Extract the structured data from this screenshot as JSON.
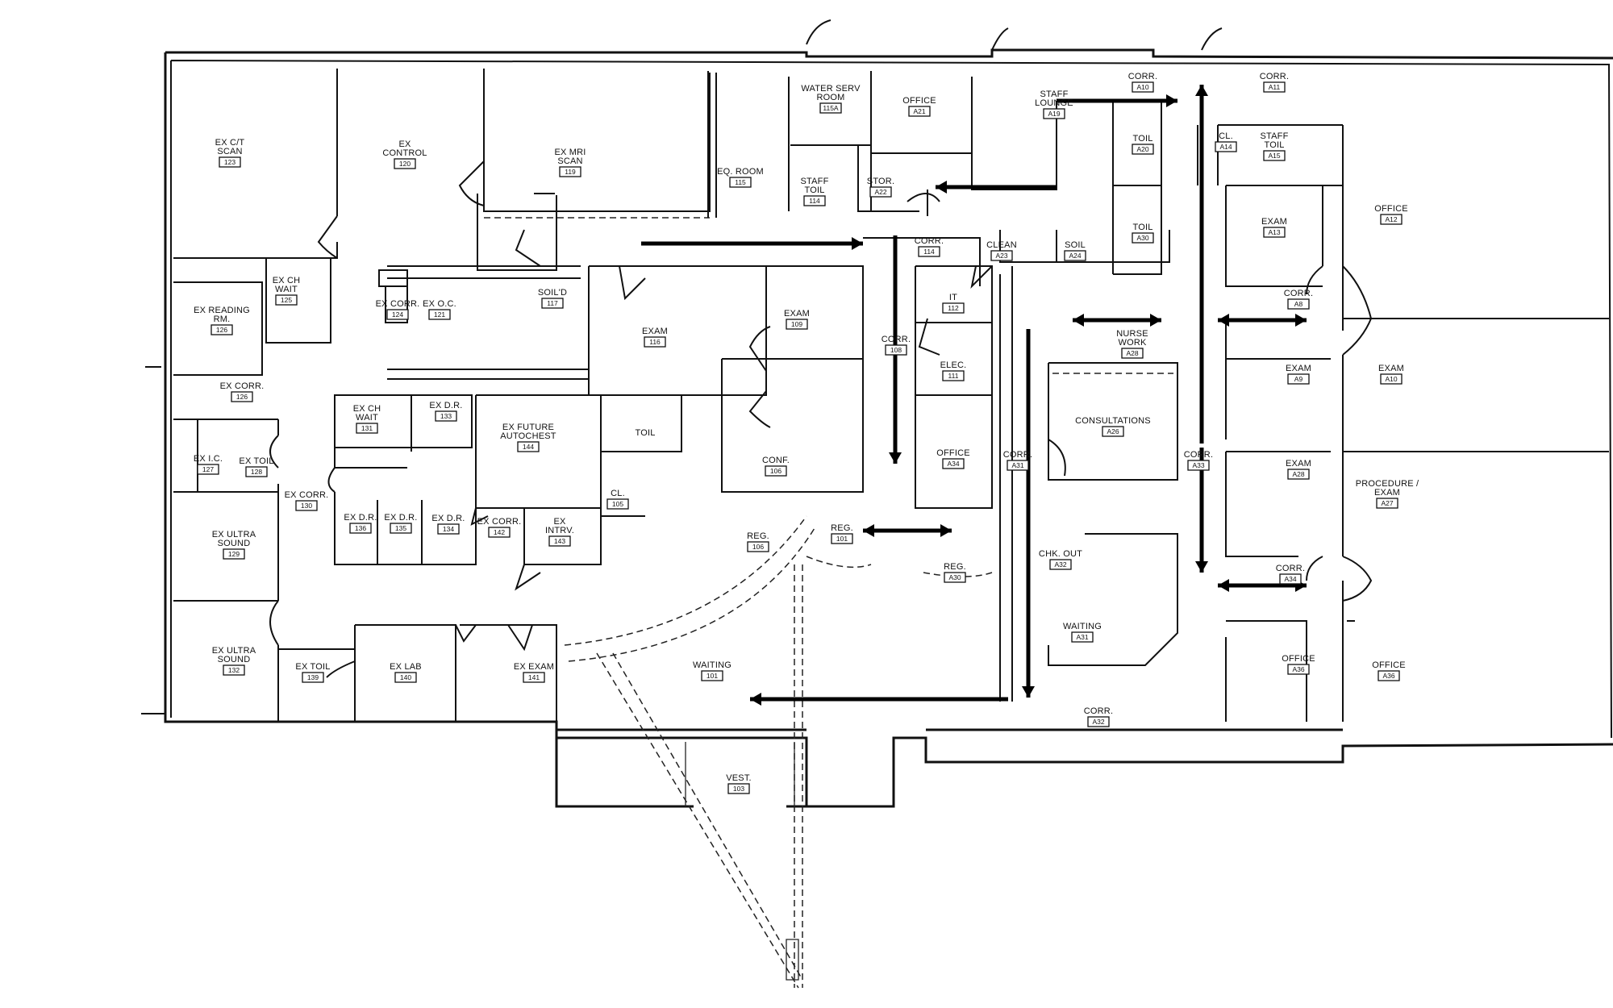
{
  "drawing": {
    "type": "architectural floor plan",
    "background": "#ffffff",
    "line_color": "#111111"
  },
  "rooms": [
    {
      "name": "EX C/T SCAN",
      "number": "123"
    },
    {
      "name": "EX CONTROL",
      "number": "120"
    },
    {
      "name": "EX MRI SCAN",
      "number": "119"
    },
    {
      "name": "EQ. ROOM",
      "number": "115"
    },
    {
      "name": "WATER SERV ROOM",
      "number": "115A"
    },
    {
      "name": "OFFICE",
      "number": "A21"
    },
    {
      "name": "STAFF TOIL",
      "number": "114"
    },
    {
      "name": "STOR.",
      "number": "A22"
    },
    {
      "name": "STAFF LOUNGE",
      "number": "A19"
    },
    {
      "name": "CORR.",
      "number": "A10"
    },
    {
      "name": "CORR.",
      "number": "A11"
    },
    {
      "name": "TOIL",
      "number": "A20"
    },
    {
      "name": "TOIL",
      "number": "A30"
    },
    {
      "name": "CL.",
      "number": "A14"
    },
    {
      "name": "STAFF TOIL",
      "number": "A15"
    },
    {
      "name": "EXAM",
      "number": "A13"
    },
    {
      "name": "OFFICE",
      "number": "A12"
    },
    {
      "name": "CLEAN",
      "number": "A23"
    },
    {
      "name": "SOIL",
      "number": "A24"
    },
    {
      "name": "CORR.",
      "number": "114"
    },
    {
      "name": "IT",
      "number": "112"
    },
    {
      "name": "ELEC.",
      "number": "111"
    },
    {
      "name": "OFFICE",
      "number": "A34"
    },
    {
      "name": "CORR.",
      "number": "108"
    },
    {
      "name": "NURSE WORK",
      "number": "A28"
    },
    {
      "name": "CORR.",
      "number": "A8"
    },
    {
      "name": "EXAM",
      "number": "A9"
    },
    {
      "name": "EXAM",
      "number": "A10"
    },
    {
      "name": "CONSULTATIONS",
      "number": "A26"
    },
    {
      "name": "CORR.",
      "number": "A31"
    },
    {
      "name": "CORR.",
      "number": "A33"
    },
    {
      "name": "EXAM",
      "number": "A28"
    },
    {
      "name": "PROCEDURE / EXAM",
      "number": "A27"
    },
    {
      "name": "CHK. OUT",
      "number": "A32"
    },
    {
      "name": "CORR.",
      "number": "A34"
    },
    {
      "name": "WAITING",
      "number": "A31"
    },
    {
      "name": "OFFICE",
      "number": "A36"
    },
    {
      "name": "OFFICE",
      "number": "A36"
    },
    {
      "name": "CORR.",
      "number": "A32"
    },
    {
      "name": "EX CH WAIT",
      "number": "125"
    },
    {
      "name": "EX READING RM.",
      "number": "126"
    },
    {
      "name": "EX CORR.",
      "number": "124"
    },
    {
      "name": "EX O.C.",
      "number": "121"
    },
    {
      "name": "SOIL'D",
      "number": "117"
    },
    {
      "name": "EXAM",
      "number": "116"
    },
    {
      "name": "EXAM",
      "number": "109"
    },
    {
      "name": "EX CORR.",
      "number": "126"
    },
    {
      "name": "EX CH WAIT",
      "number": "131"
    },
    {
      "name": "EX D.R.",
      "number": "133"
    },
    {
      "name": "EX FUTURE AUTOCHEST",
      "number": "144"
    },
    {
      "name": "TOIL",
      "number": ""
    },
    {
      "name": "CONF.",
      "number": "106"
    },
    {
      "name": "CL.",
      "number": "105"
    },
    {
      "name": "EX I.C.",
      "number": "127"
    },
    {
      "name": "EX TOIL",
      "number": "128"
    },
    {
      "name": "EX CORR.",
      "number": "130"
    },
    {
      "name": "EX ULTRA SOUND",
      "number": "129"
    },
    {
      "name": "EX D.R.",
      "number": "136"
    },
    {
      "name": "EX D.R.",
      "number": "135"
    },
    {
      "name": "EX D.R.",
      "number": "134"
    },
    {
      "name": "EX CORR.",
      "number": "142"
    },
    {
      "name": "EX INTRV.",
      "number": "143"
    },
    {
      "name": "REG.",
      "number": "106"
    },
    {
      "name": "REG.",
      "number": "101"
    },
    {
      "name": "REG.",
      "number": "A30"
    },
    {
      "name": "EX ULTRA SOUND",
      "number": "132"
    },
    {
      "name": "EX TOIL",
      "number": "139"
    },
    {
      "name": "EX LAB",
      "number": "140"
    },
    {
      "name": "EX EXAM",
      "number": "141"
    },
    {
      "name": "WAITING",
      "number": "101"
    },
    {
      "name": "VEST.",
      "number": "103"
    }
  ],
  "flow_arrows": [
    {
      "direction": "right",
      "description": "corridor flow east toward exam"
    },
    {
      "direction": "down",
      "description": "corridor 108 flow south"
    },
    {
      "direction": "left",
      "description": "from staff lounge toward stor"
    },
    {
      "direction": "right",
      "description": "staff lounge to corr A10"
    },
    {
      "direction": "up",
      "description": "corridor A33 north"
    },
    {
      "direction": "both",
      "description": "nurse work horizontal"
    },
    {
      "direction": "both",
      "description": "corr A8 horizontal"
    },
    {
      "direction": "down",
      "description": "corr A31 south"
    },
    {
      "direction": "down",
      "description": "corr A33 south"
    },
    {
      "direction": "both",
      "description": "reg 101 horizontal"
    },
    {
      "direction": "both",
      "description": "corr A34 horizontal"
    },
    {
      "direction": "left",
      "description": "corr A32 toward waiting 101"
    }
  ]
}
